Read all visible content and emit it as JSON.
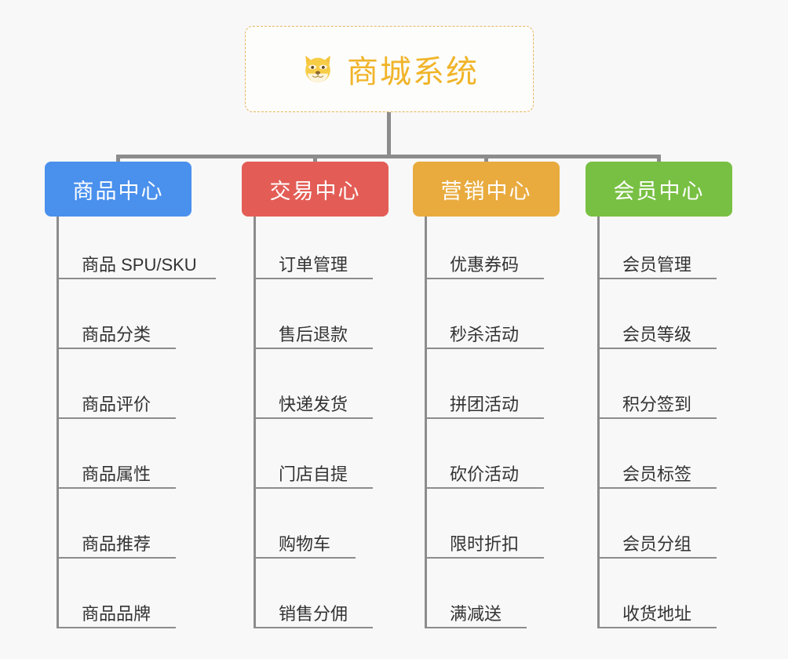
{
  "page": {
    "background": "#f8f8f8",
    "line_color": "#8c8c8c",
    "leaf_text_color": "#333333"
  },
  "root": {
    "title": "商城系统",
    "icon": "dog-face-icon",
    "icon_glyph": "🐶",
    "text_color": "#f0b429",
    "border_color": "#e8b45a",
    "background": "#fdfdfc"
  },
  "branches": [
    {
      "label": "商品中心",
      "color": "#4a90ed",
      "items": [
        "商品 SPU/SKU",
        "商品分类",
        "商品评价",
        "商品属性",
        "商品推荐",
        "商品品牌"
      ]
    },
    {
      "label": "交易中心",
      "color": "#e35d56",
      "items": [
        "订单管理",
        "售后退款",
        "快递发货",
        "门店自提",
        "购物车",
        "销售分佣"
      ]
    },
    {
      "label": "营销中心",
      "color": "#e9ab3e",
      "items": [
        "优惠券码",
        "秒杀活动",
        "拼团活动",
        "砍价活动",
        "限时折扣",
        "满减送"
      ]
    },
    {
      "label": "会员中心",
      "color": "#78c043",
      "items": [
        "会员管理",
        "会员等级",
        "积分签到",
        "会员标签",
        "会员分组",
        "收货地址"
      ]
    }
  ]
}
